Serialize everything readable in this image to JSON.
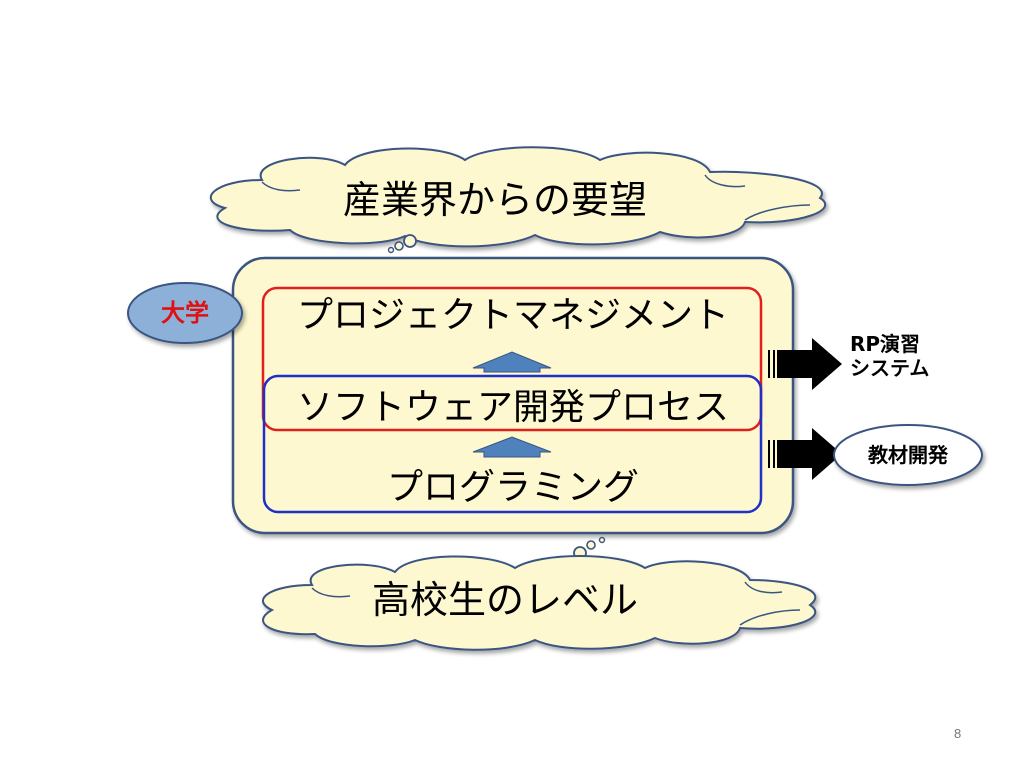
{
  "clouds": {
    "top": "産業界からの要望",
    "bottom": "高校生のレベル"
  },
  "university_badge": "大学",
  "layers": {
    "project_management": "プロジェクトマネジメント",
    "software_process": "ソフトウェア開発プロセス",
    "programming": "プログラミング"
  },
  "outputs": {
    "rp_exercise_line1": "RP演習",
    "rp_exercise_line2": "システム",
    "teaching_material": "教材開発"
  },
  "page_number": "8",
  "colors": {
    "cloud_fill": "#fdf8cf",
    "cloud_stroke": "#3b5582",
    "panel_fill": "#fdf8cf",
    "red_frame": "#e0201c",
    "blue_frame": "#1f2fc8",
    "up_arrow": "#4f81bd",
    "badge_fill": "#8db0d9",
    "badge_text": "#e01010",
    "block_arrow": "#000000"
  }
}
